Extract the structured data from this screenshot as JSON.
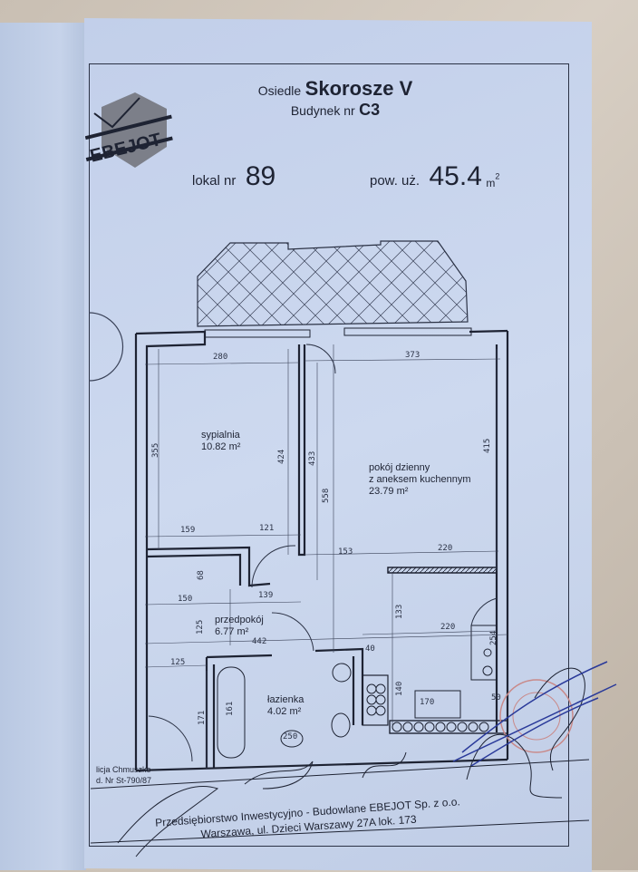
{
  "header": {
    "estate_label": "Osiedle",
    "estate_name": "Skorosze V",
    "building_label": "Budynek nr",
    "building_number": "C3",
    "unit_label": "lokal nr",
    "unit_number": "89",
    "area_label": "pow. uż.",
    "area_value": "45.4",
    "area_unit": "m",
    "area_unit_sup": "2"
  },
  "logo": {
    "text": "EBEJOT"
  },
  "rooms": [
    {
      "name": "sypialnia",
      "area": "10.82 m²"
    },
    {
      "name": "pokój dzienny",
      "name2": "z aneksem kuchennym",
      "area": "23.79 m²"
    },
    {
      "name": "przedpokój",
      "area": "6.77 m²"
    },
    {
      "name": "łazienka",
      "area": "4.02 m²"
    }
  ],
  "dimensions": {
    "d280": "280",
    "d373": "373",
    "d355": "355",
    "d424": "424",
    "d433": "433",
    "d558": "558",
    "d415": "415",
    "d159": "159",
    "d121": "121",
    "d153": "153",
    "d220a": "220",
    "d68": "68",
    "d150": "150",
    "d139": "139",
    "d125a": "125",
    "d442": "442",
    "d125b": "125",
    "d133": "133",
    "d220b": "220",
    "d254": "254",
    "d40": "40",
    "d171": "171",
    "d161": "161",
    "d140": "140",
    "d170": "170",
    "d50": "50",
    "d250": "250"
  },
  "architect": {
    "name": "licja Chmuszko",
    "license": "d. Nr St-790/87"
  },
  "footer": {
    "line1": "Przedsiębiorstwo Inwestycyjno - Budowlane EBEJOT Sp. z o.o.",
    "line2": "Warszawa, ul. Dzieci Warszawy 27A lok. 173"
  },
  "colors": {
    "paper": "#c8d4ec",
    "ink": "#1e2333",
    "stamp": "#c98a8a",
    "pen": "#2a3a9a"
  }
}
